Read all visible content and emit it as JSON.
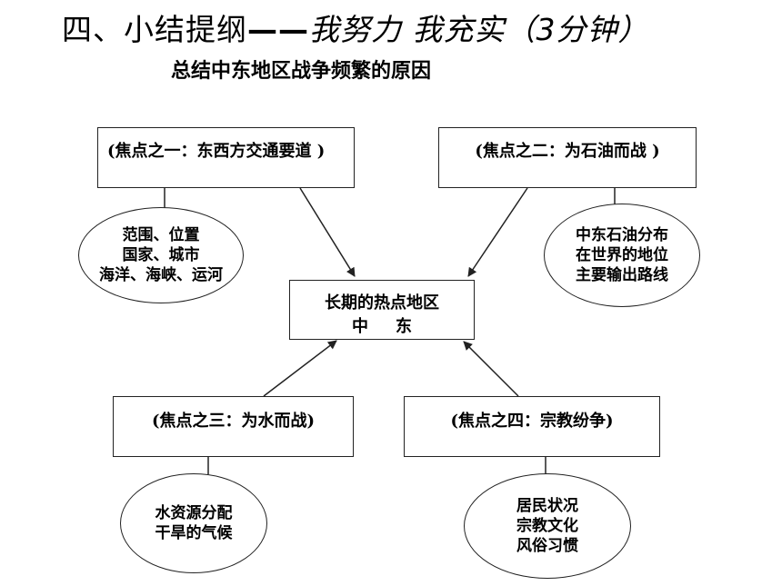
{
  "header": {
    "title_prefix": "四、小结提纲",
    "title_dash": "——",
    "title_emphasis": "我努力 我充实（3分钟）",
    "subtitle": "总结中东地区战争频繁的原因"
  },
  "diagram": {
    "center": {
      "line1": "长期的热点地区",
      "line2": "中东"
    },
    "focus_boxes": [
      {
        "label": "(焦点之一：东西方交通要道 )"
      },
      {
        "label": "(焦点之二：为石油而战 )"
      },
      {
        "label": "(焦点之三：为水而战)"
      },
      {
        "label": "(焦点之四：宗教纷争)"
      }
    ],
    "ellipses": [
      {
        "lines": [
          "范围、位置",
          "国家、城市",
          "海洋、海峡、运河"
        ]
      },
      {
        "lines": [
          "中东石油分布",
          "在世界的地位",
          "主要输出路线"
        ]
      },
      {
        "lines": [
          "水资源分配",
          "干旱的气候"
        ]
      },
      {
        "lines": [
          "居民状况",
          "宗教文化",
          "风俗习惯"
        ]
      }
    ],
    "line_color": "#222222"
  }
}
